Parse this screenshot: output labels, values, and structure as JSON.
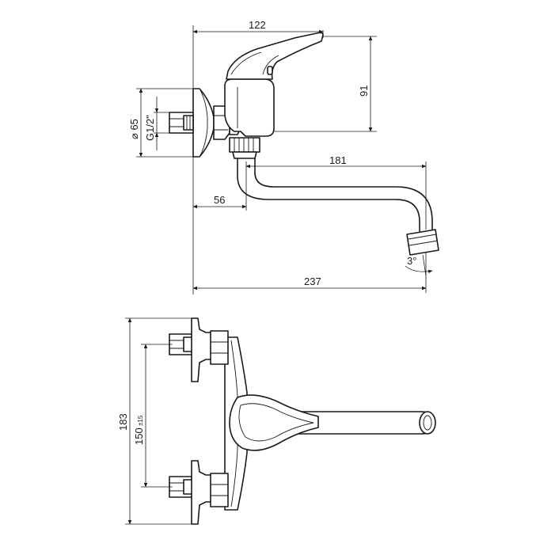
{
  "side_view": {
    "dim_width_top": "122",
    "dim_height_right": "91",
    "dim_diameter": "⌀ 65",
    "dim_thread": "G1/2\"",
    "dim_spout_reach": "181",
    "dim_wall_to_spout": "56",
    "dim_total_length": "237",
    "dim_angle": "3°"
  },
  "front_view": {
    "dim_total_height": "183",
    "dim_centers_value": "150",
    "dim_centers_tol": "±15"
  }
}
